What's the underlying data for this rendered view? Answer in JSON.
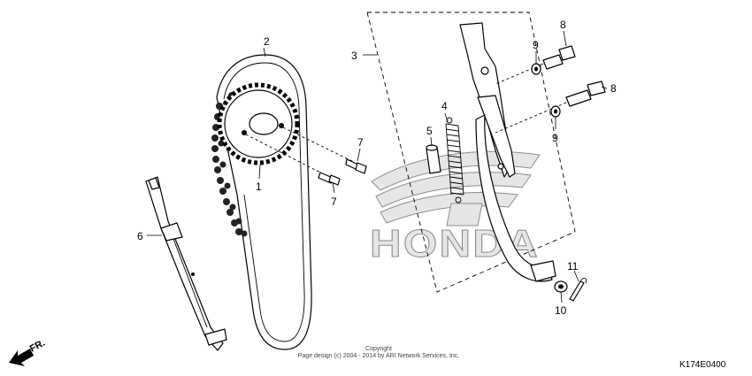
{
  "callouts": {
    "c1": "1",
    "c2": "2",
    "c3": "3",
    "c4": "4",
    "c5": "5",
    "c6": "6",
    "c7a": "7",
    "c7b": "7",
    "c8a": "8",
    "c8b": "8",
    "c9a": "9",
    "c9b": "9",
    "c10": "10",
    "c11": "11"
  },
  "watermark": "HONDA",
  "copyright": {
    "line1": "Copyright",
    "line2": "Page design (c) 2004 - 2014 by ARI Network Services, Inc."
  },
  "front_indicator": "FR.",
  "diagram_code": "K174E0400"
}
